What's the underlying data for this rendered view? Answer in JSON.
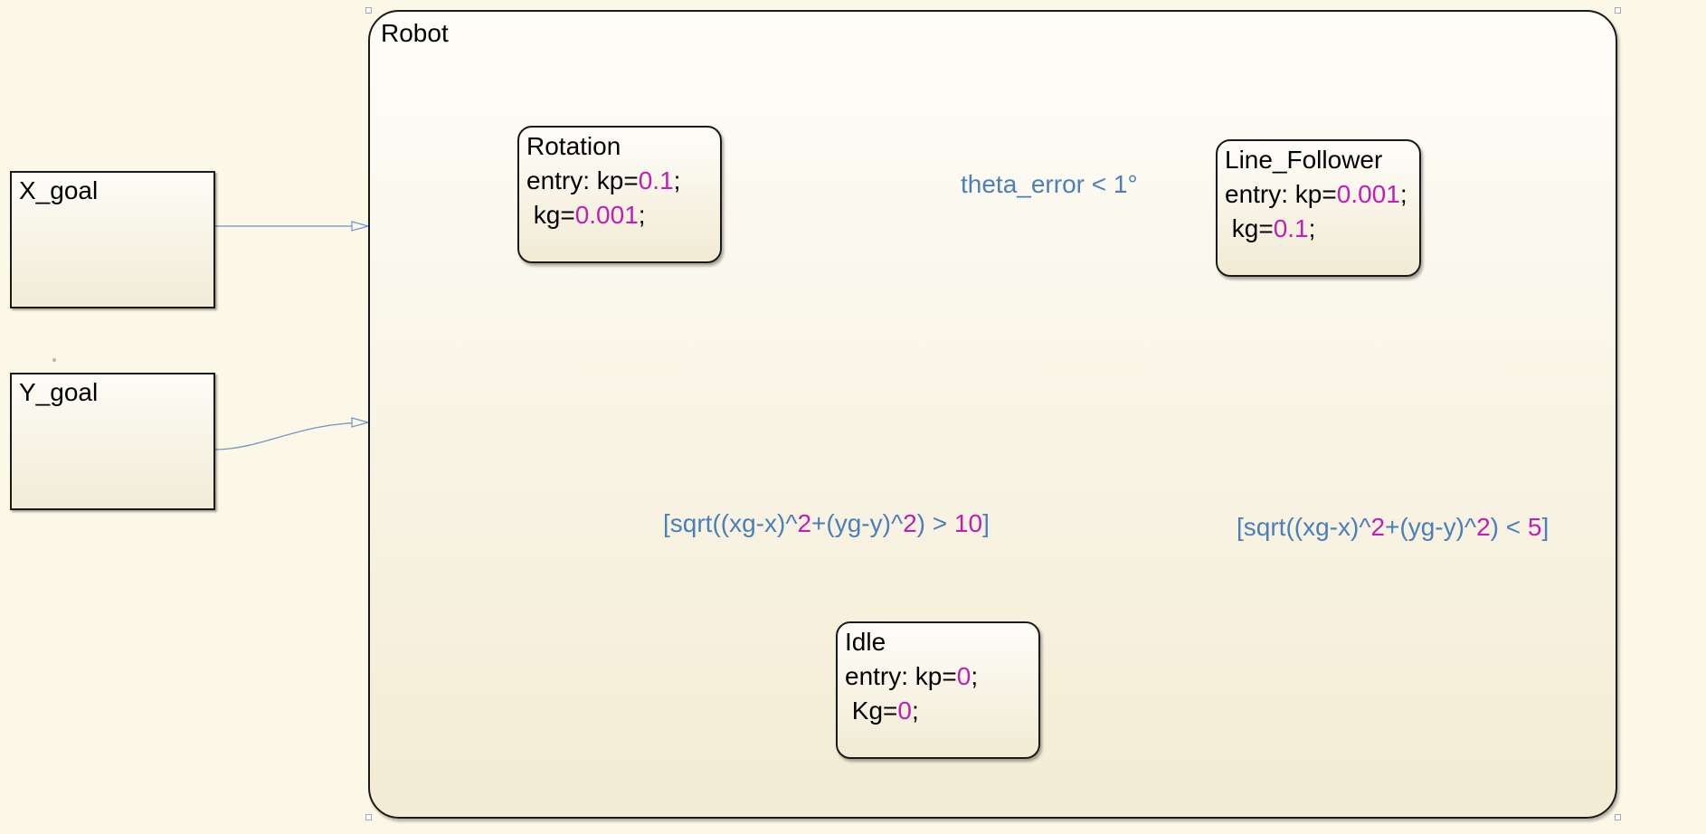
{
  "chart": {
    "name": "Robot"
  },
  "inputs": [
    {
      "name": "X_goal"
    },
    {
      "name": "Y_goal"
    }
  ],
  "states": {
    "rotation": {
      "name": "Rotation",
      "entry_prefix": "entry: kp=",
      "entry_kp": "0.1",
      "entry_kp_suffix": ";",
      "kg_prefix": " kg=",
      "kg": "0.001",
      "kg_suffix": ";"
    },
    "line_follower": {
      "name": "Line_Follower",
      "entry_prefix": "entry: kp=",
      "entry_kp": "0.001",
      "entry_kp_suffix": ";",
      "kg_prefix": " kg=",
      "kg": "0.1",
      "kg_suffix": ";"
    },
    "idle": {
      "name": "Idle",
      "entry_prefix": "entry: kp=",
      "entry_kp": "0",
      "entry_kp_suffix": ";",
      "kg_prefix": " Kg=",
      "kg": "0",
      "kg_suffix": ";"
    }
  },
  "transitions": {
    "rotation_to_line": {
      "label": "theta_error < 1°"
    },
    "idle_to_rotation": {
      "part1": "[sqrt((xg-x)^",
      "num1": "2",
      "part2": "+(yg-y)^",
      "num2": "2",
      "part3": ") > ",
      "num3": "10",
      "part4": "]"
    },
    "line_to_idle": {
      "part1": "[sqrt((xg-x)^",
      "num1": "2",
      "part2": "+(yg-y)^",
      "num2": "2",
      "part3": ") < ",
      "num3": "5",
      "part4": "]"
    }
  },
  "colors": {
    "background": "#fbf8e8",
    "wire": "#6f95c6",
    "transition_label": "#4a7fb8",
    "numeric_literal": "#c020b0",
    "default_transition_dot": "#3a6fb0"
  }
}
